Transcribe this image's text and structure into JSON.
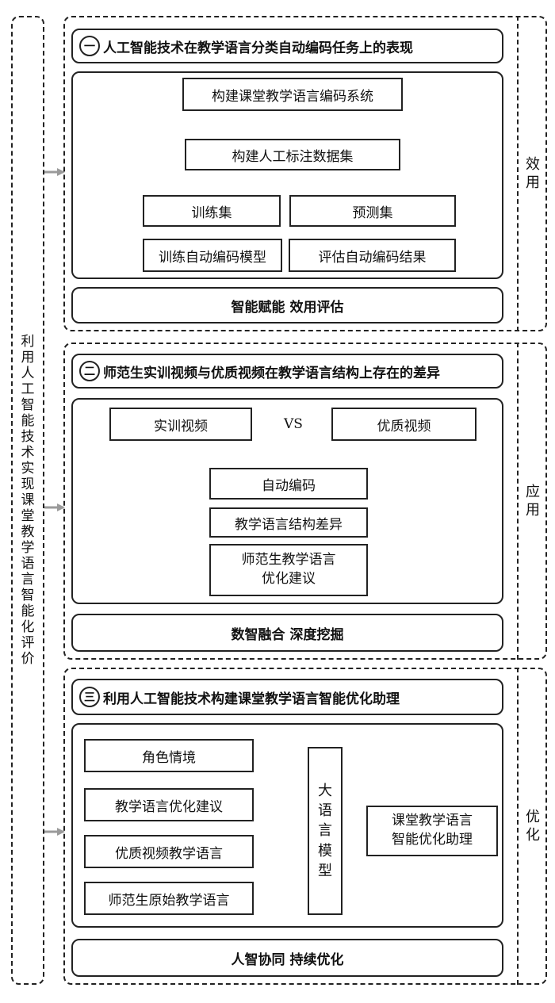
{
  "main_label": [
    "利",
    "用",
    "人",
    "工",
    "智",
    "能",
    "技",
    "术",
    "实",
    "现",
    "课",
    "堂",
    "教",
    "学",
    "语",
    "言",
    "智",
    "能",
    "化",
    "评",
    "价"
  ],
  "sections": [
    {
      "num": "一",
      "title": "人工智能技术在教学语言分类自动编码任务上的表现",
      "side_label": [
        "效",
        "用"
      ],
      "footer": "智能赋能  效用评估",
      "steps": {
        "system": "构建课堂教学语言编码系统",
        "dataset": "构建人工标注数据集",
        "train_set": "训练集",
        "predict_set": "预测集",
        "train_model": "训练自动编码模型",
        "evaluate": "评估自动编码结果"
      }
    },
    {
      "num": "二",
      "title": "师范生实训视频与优质视频在教学语言结构上存在的差异",
      "side_label": [
        "应",
        "用"
      ],
      "footer": "数智融合  深度挖掘",
      "steps": {
        "practice_video": "实训视频",
        "vs": "VS",
        "quality_video": "优质视频",
        "auto_coding": "自动编码",
        "structure_diff": "教学语言结构差异",
        "suggestion_line1": "师范生教学语言",
        "suggestion_line2": "优化建议"
      }
    },
    {
      "num": "三",
      "title": "利用人工智能技术构建课堂教学语言智能优化助理",
      "side_label": [
        "优",
        "化"
      ],
      "footer": "人智协同  持续优化",
      "steps": {
        "inputs": [
          "角色情境",
          "教学语言优化建议",
          "优质视频教学语言",
          "师范生原始教学语言"
        ],
        "llm": [
          "大",
          "语",
          "言",
          "模",
          "型"
        ],
        "assistant_line1": "课堂教学语言",
        "assistant_line2": "智能优化助理"
      }
    }
  ]
}
